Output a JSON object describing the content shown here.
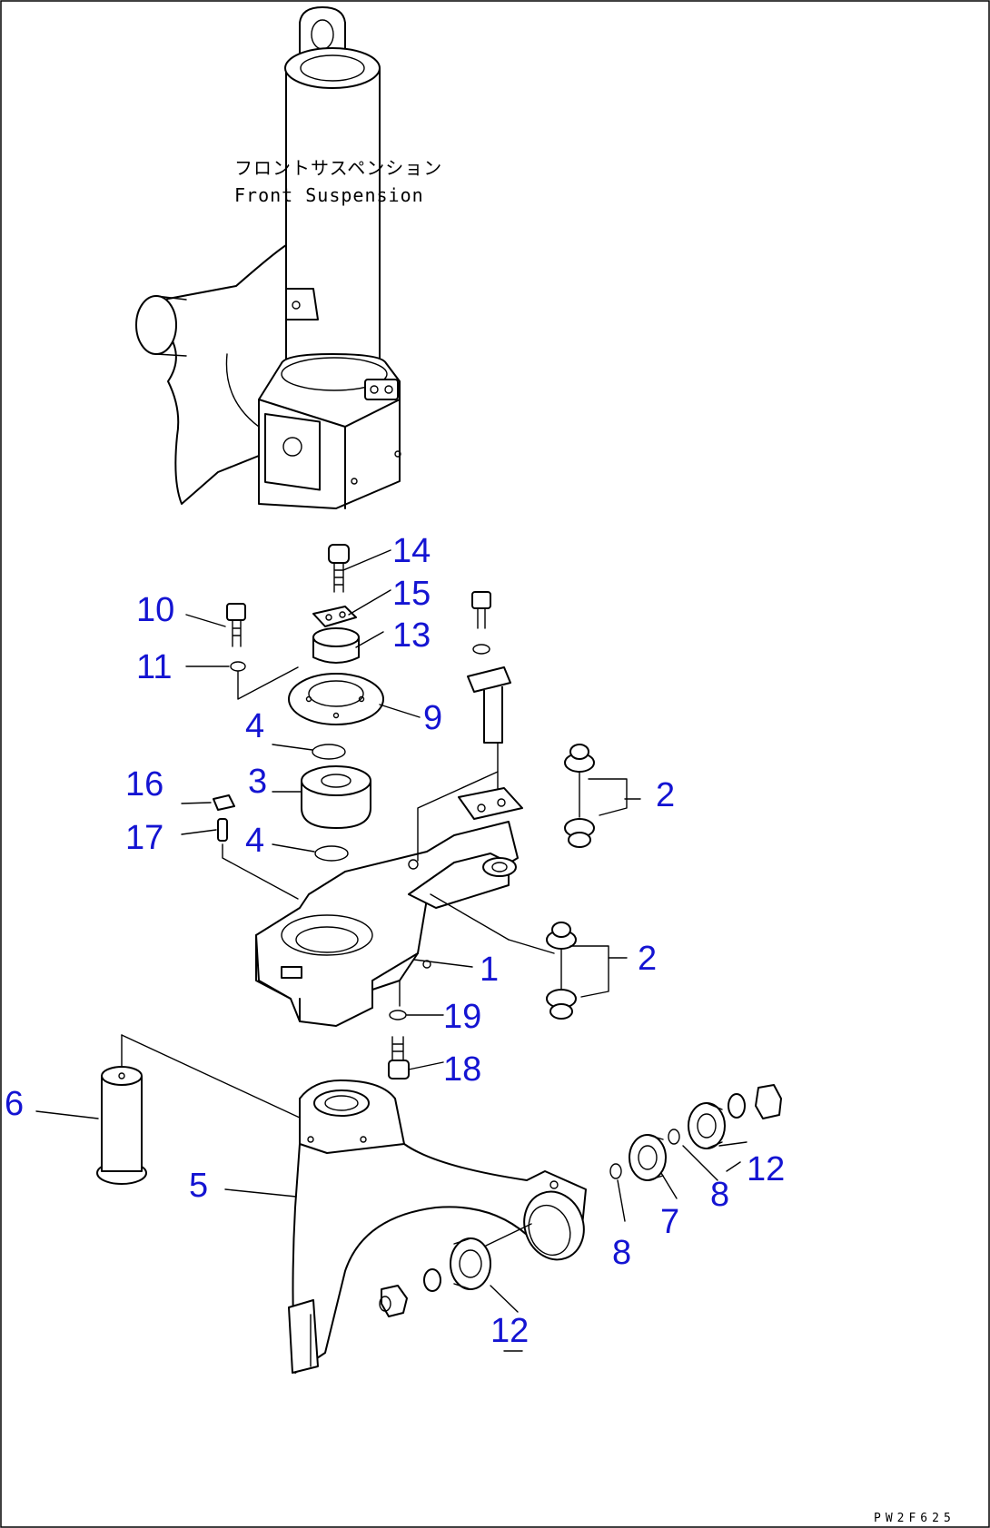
{
  "caption": {
    "jp": "フロントサスペンション",
    "en": "Front Suspension"
  },
  "drawing_code": "PW2F625",
  "callouts": [
    "14",
    "15",
    "10",
    "13",
    "11",
    "9",
    "4",
    "3",
    "16",
    "2",
    "17",
    "4",
    "1",
    "2",
    "19",
    "18",
    "6",
    "12",
    "5",
    "8",
    "7",
    "8",
    "12"
  ],
  "colors": {
    "callout": "#1414d2",
    "line": "#000000",
    "background": "#ffffff"
  }
}
